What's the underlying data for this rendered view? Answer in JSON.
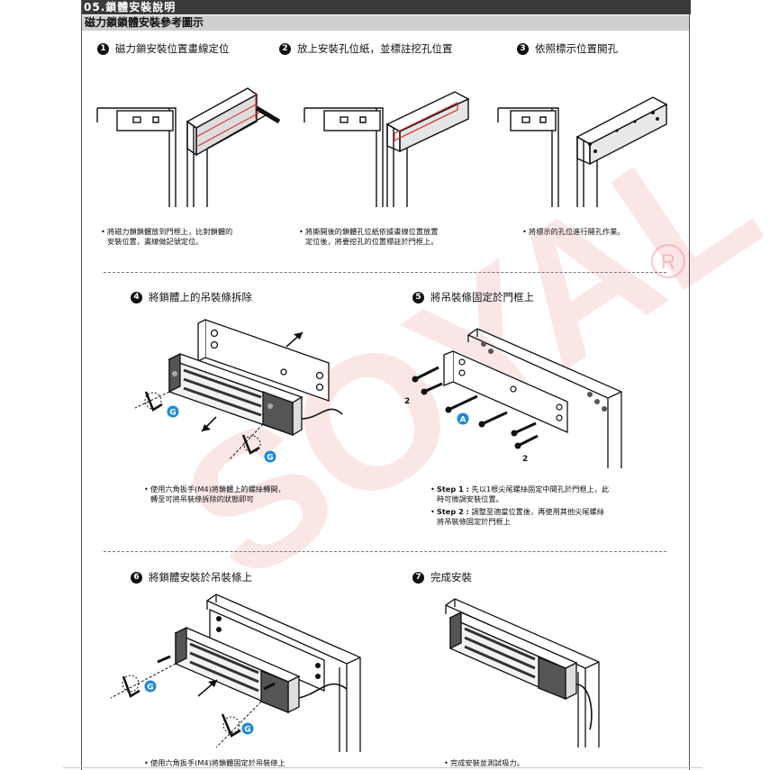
{
  "header": {
    "section_title": "05.鎖體安裝說明",
    "subtitle": "磁力鎖鎖體安裝參考圖示"
  },
  "steps": [
    {
      "num": "1",
      "title": "磁力鎖安裝位置畫線定位",
      "notes": [
        "將磁力鎖鎖體放到門框上，比對鎖體的",
        "安裝位置，畫線做記號定位。"
      ]
    },
    {
      "num": "2",
      "title": "放上安裝孔位紙，並標註挖孔位置",
      "notes": [
        "將撕開後的鎖體孔位紙依據畫線位置放置",
        "定位後，將要挖孔的位置標註於門框上。"
      ]
    },
    {
      "num": "3",
      "title": "依照標示位置開孔",
      "notes": [
        "將標示的孔位進行開孔作業。"
      ]
    },
    {
      "num": "4",
      "title": "將鎖體上的吊裝條拆除",
      "notes": [
        "使用六角扳手(M4)將鎖體上的螺絲轉開，",
        "轉至可將吊裝條拆除的狀態即可"
      ]
    },
    {
      "num": "5",
      "title": "將吊裝條固定於門框上",
      "step1_label": "Step 1 :",
      "step1_text": "先以1根尖尾螺絲固定中間孔於門框上，此",
      "step1_text2": "時可微調安裝位置。",
      "step2_label": "Step 2 :",
      "step2_text": "調整至適當位置後，再使用其他尖尾螺絲",
      "step2_text2": "將吊裝條固定於門框上"
    },
    {
      "num": "6",
      "title": "將鎖體安裝於吊裝條上",
      "notes": [
        "使用六角扳手(M4)將鎖體固定於吊裝條上"
      ]
    },
    {
      "num": "7",
      "title": "完成安裝",
      "notes": [
        "完成安裝並測試吸力。"
      ]
    }
  ],
  "labels": {
    "g": "G",
    "a": "A",
    "two": "2",
    "watermark": "SOYAL",
    "registered": "®"
  },
  "colors": {
    "header_bg": "#3a3a3a",
    "subtitle_bg": "#cfcfcf",
    "badge_blue": "#1e8ad6",
    "mark_red": "#d92b2b",
    "watermark": "#e8444a"
  }
}
